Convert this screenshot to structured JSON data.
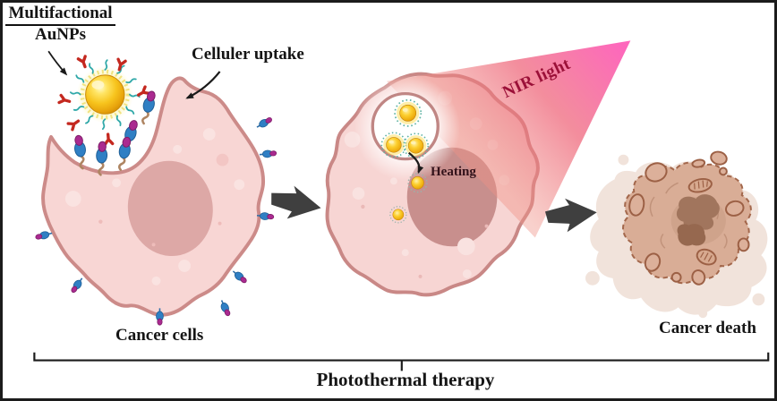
{
  "labels": {
    "multifactional_line1": "Multifactional",
    "multifactional_line2": "AuNPs",
    "cellular_uptake": "Celluler uptake",
    "nir_light": "NIR light",
    "heating": "Heating",
    "cancer_cells": "Cancer cells",
    "cancer_death": "Cancer death",
    "photothermal_therapy": "Photothermal therapy"
  },
  "colors": {
    "cell_fill": "#f8d6d4",
    "cell_border": "#cc8b89",
    "nucleus_light": "#dda8a6",
    "nucleus_dark": "#c88f8d",
    "gold_nanoparticle": "#f2b713",
    "nir_beam_bright": "#fc4fb0",
    "nir_beam_faded": "#ef9286",
    "nir_text": "#9b1038",
    "flow_arrow": "#3f3f3f",
    "dead_cell_body": "#d9ad96",
    "dead_cell_outline": "#9c6045",
    "antibody_red": "#c4281f",
    "ligand_teal": "#2fa8a8",
    "drug_blue": "#2f7fc4",
    "drug_magenta": "#aa2a90"
  },
  "icons": {
    "flow_arrow_1": "block-right-arrow",
    "flow_arrow_2": "block-right-arrow",
    "bracket": "range-bracket"
  }
}
